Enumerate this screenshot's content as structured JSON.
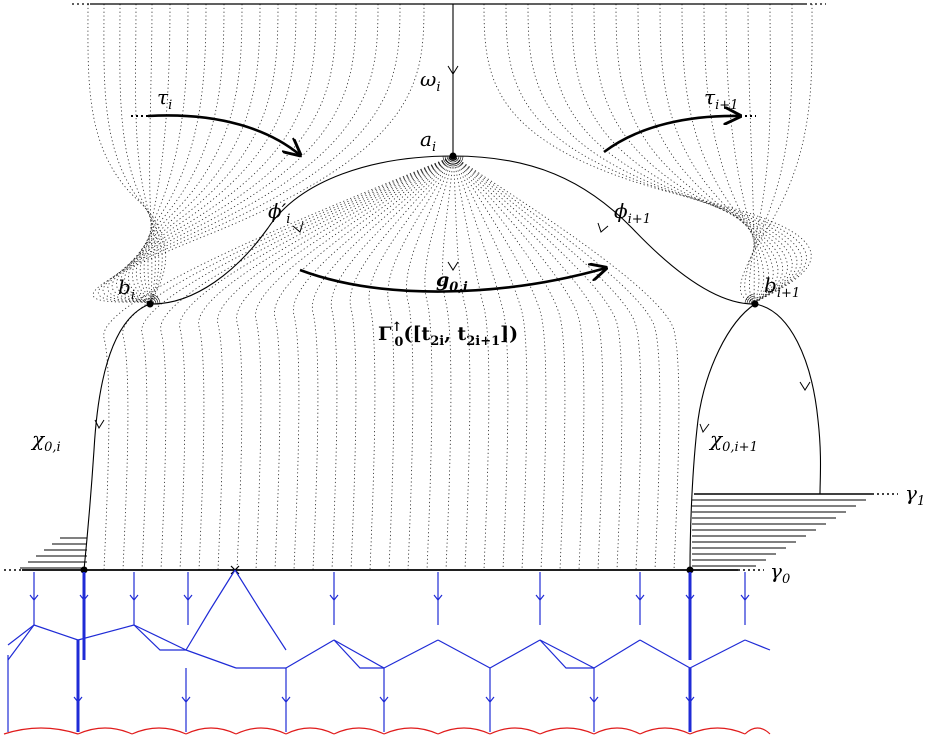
{
  "labels": {
    "omega": {
      "base": "ω",
      "sub": "i"
    },
    "a": {
      "base": "a",
      "sub": "i"
    },
    "tau_i": {
      "base": "τ",
      "sub": "i"
    },
    "tau_i1": {
      "base": "τ",
      "sub": "i+1"
    },
    "phi_prime": {
      "base": "ϕ′",
      "sub": "i"
    },
    "phi_i1": {
      "base": "ϕ",
      "sub": "i+1"
    },
    "b_i": {
      "base": "b",
      "sub": "i"
    },
    "b_i1": {
      "base": "b",
      "sub": "i+1"
    },
    "g": {
      "base": "g",
      "sub": "0,i"
    },
    "gamma_label": "Γ",
    "gamma_sup": "↑",
    "gamma_sub": "0",
    "gamma_args": "([t",
    "gamma_arg1_sub": "2i",
    "gamma_mid": ", t",
    "gamma_arg2_sub": "2i+1",
    "gamma_close": "])",
    "chi_i": {
      "base": "χ",
      "sub": "0,i"
    },
    "chi_i1": {
      "base": "χ",
      "sub": "0,i+1"
    },
    "gamma1": {
      "base": "γ",
      "sub": "1"
    },
    "gamma0": {
      "base": "γ",
      "sub": "0"
    }
  },
  "colors": {
    "tree": "#1f2bd6",
    "boundary_arcs": "#e01b1b",
    "ink": "#000000"
  }
}
